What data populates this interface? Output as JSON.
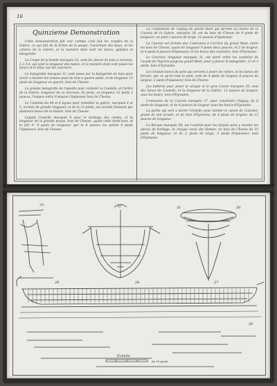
{
  "page_top": {
    "page_number": "16",
    "heading": "Quinzieme Demonstration",
    "left_column": [
      "Cette demonstration fait voir comme s'est fait les couples de la Galere, ce qui fait de la forme de la poupe, l'ouverture des baux, et les calures de la Galere, et la maniere dont sont les bancs, galiotes et batagrette.",
      "La Coupe de la bande marquée 33, sont les pieces du bois a carenne, 1.2.3.4, qui sont la longueur des bancs, et la maniere dont sont posés les bancs et le tillac sur les coursiers.",
      "Le batagrette marquée 31, sont poses sur la batagrette de bois pour servir a monter les canons pour de bois a quatre pieds, et de longueur 12 pieds de longueur en quarré, bois de Chesne.",
      "La grande batagrette de l'apostis pour contenir la Coutelle, et l'arbre de la Galere, longueur de ce morceau 20 pieds, sa longueur 12 pieds 2 pouces, l'espace entre 9 pouces l'épaisseur bois de Chesne.",
      "Le Coutelas du 40 et 6 lignes pour remédier la galère, marquée 4 et 5, en bois de grande longueur, et de la 23 pieds, ses éconds finissent par plusieurs bancs de la Galere, bois de Chesne.",
      "Lapunt Coutelle marquée 9 pour le bordage des costes, et la longueur de la grande poupe, bois de Chesne, ayant cette demi-lune, et le fait n° 9 pieds de longueur, par le 8 pouces les autres 8 pieds l'épaisseur, bois de Chesne."
    ],
    "right_column": [
      "La Coutellasse de l'appuy du grand Mast qui permet au milieu de la Coursie de la Galere, marquée 28, est de bois de Chesne de 9 pieds de longueur, un pied 2 pouces de large, 12 pouces d'épaisseur.",
      "La Coursie est formée des Contraires à l'arrière du grand Mast, entre les bois de Chesne, ayant de longueur 9 pieds deux pouces, et 2 de largeur, et 4 pieds 8 pouces d'épaisseur, et les bancs des coursiers, bois d'Eyraume.",
      "Le Coursier, longueur marquée 31, est porté entre les coutelles de l'avant de l'éperon jusqu'au grand Mast, pour y placer la batagrette, 12 et 3 pieds, bois d'Eyraume.",
      "Les Grands bancs du pont qui servent à poser les rames, et les bancs de forçats, par ce qu'en tout le pont, sont de 4 pieds de largeur, 8 pouces de largeur, 2 pieds d'épaisseur, bois de Chesne.",
      "Les batterie pour poser la vergue et le gros Canon marquée 29, sont des bancs de Coutelle, et la longueur de la Galère, 12 pouces de largeur, sous les bancs, bois d'Eyraume.",
      "L'entourée de la Coursie marquée 27, pour construire l'Appuy, de 6 pieds de longueur, et de 4 pouces de largeur, sous les bancs d'Eyraume.",
      "La partie qui sert a porter l'échelle pour monter le canon de Coursier, grand de son arcade, et de bois d'Eyraume, de 4 pieds de largeur, de 12 pouces de longueur.",
      "La Barque marquée 98, est l'endroit pour les forçats pour y monter les pièces de bordage, et chaque costé des Rames, en bois de Chesne de 10 pieds de longueur, et de 2 pieds de large, 3 pieds d'épaisseur, bois d'Eyraume."
    ]
  },
  "plate": {
    "numbers": [
      "33",
      "32",
      "31",
      "30",
      "29",
      "28",
      "27",
      "26"
    ],
    "scale_label": "Echelle",
    "scale_sub": "de 10 pieds"
  }
}
